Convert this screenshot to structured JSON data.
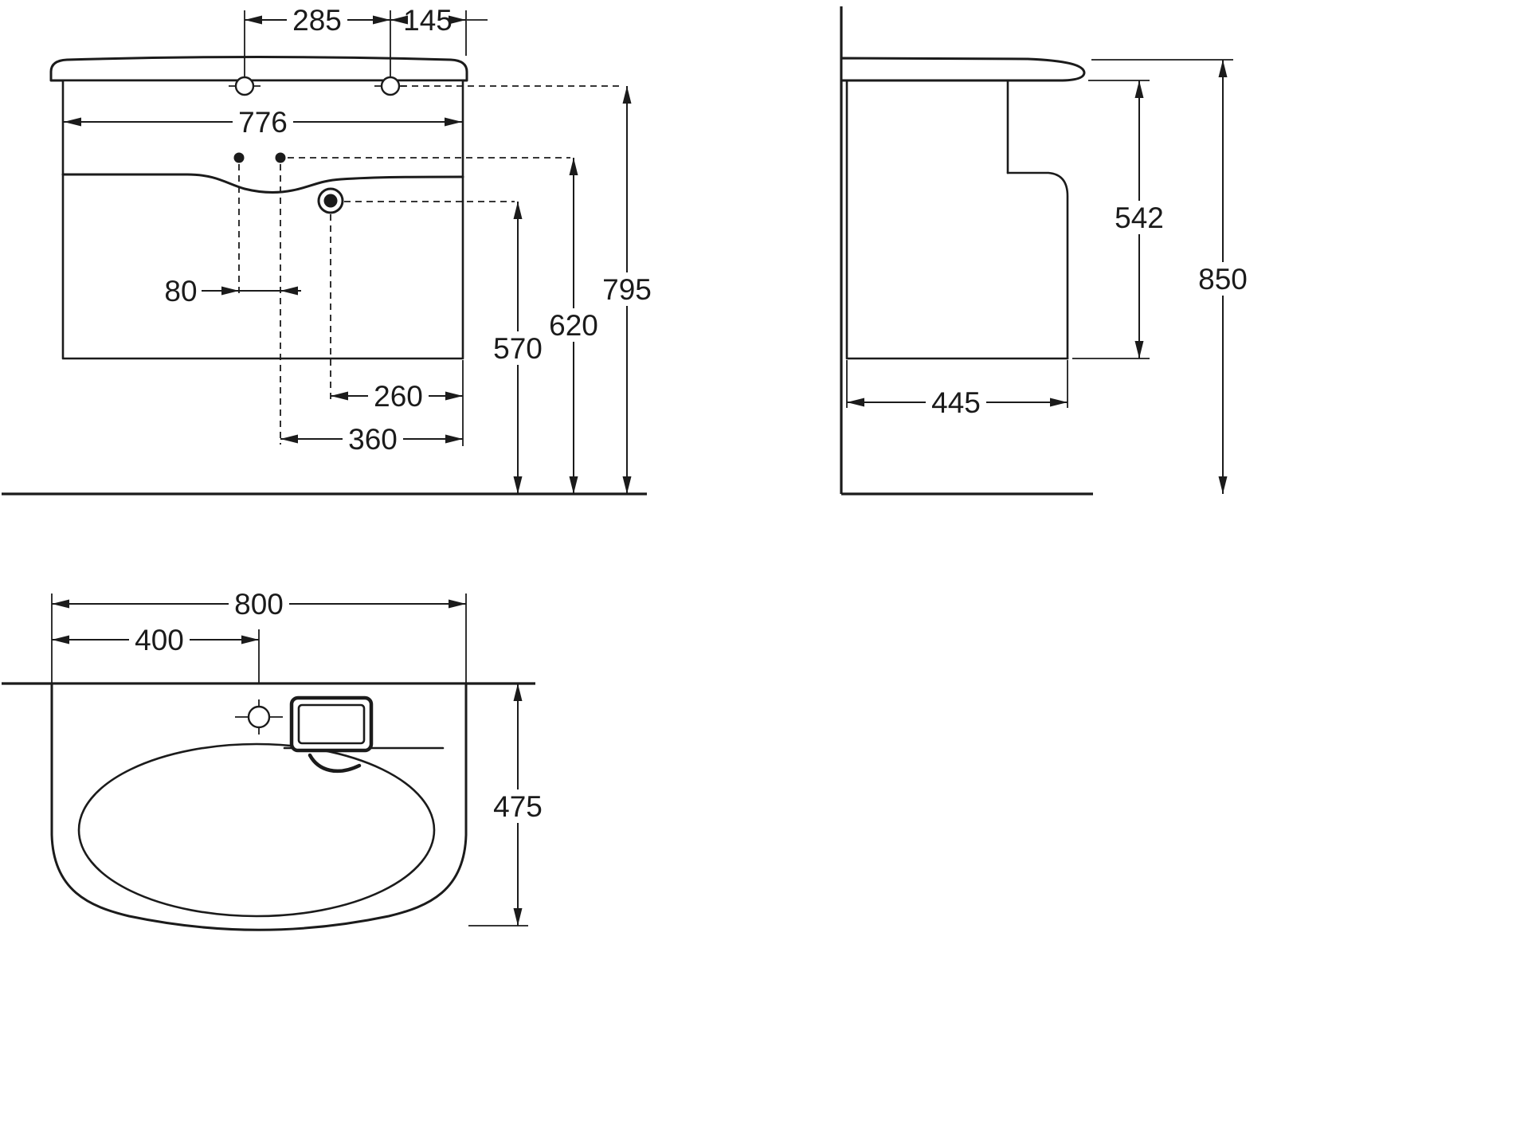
{
  "colors": {
    "background": "#ffffff",
    "line": "#1b1b1b"
  },
  "front_view": {
    "dimensions": {
      "faucet_hole_spacing": "285",
      "faucet_hole_to_edge": "145",
      "inner_width": "776",
      "mount_hole_spacing": "80",
      "drain_height": "570",
      "mount_hole_height": "620",
      "faucet_hole_height": "795",
      "drain_offset_right": "260",
      "mount_offset_right": "360"
    }
  },
  "side_view": {
    "dimensions": {
      "cabinet_height": "542",
      "overall_height": "850",
      "cabinet_depth": "445"
    }
  },
  "top_view": {
    "dimensions": {
      "overall_width": "800",
      "faucet_offset": "400",
      "overall_depth": "475"
    }
  }
}
